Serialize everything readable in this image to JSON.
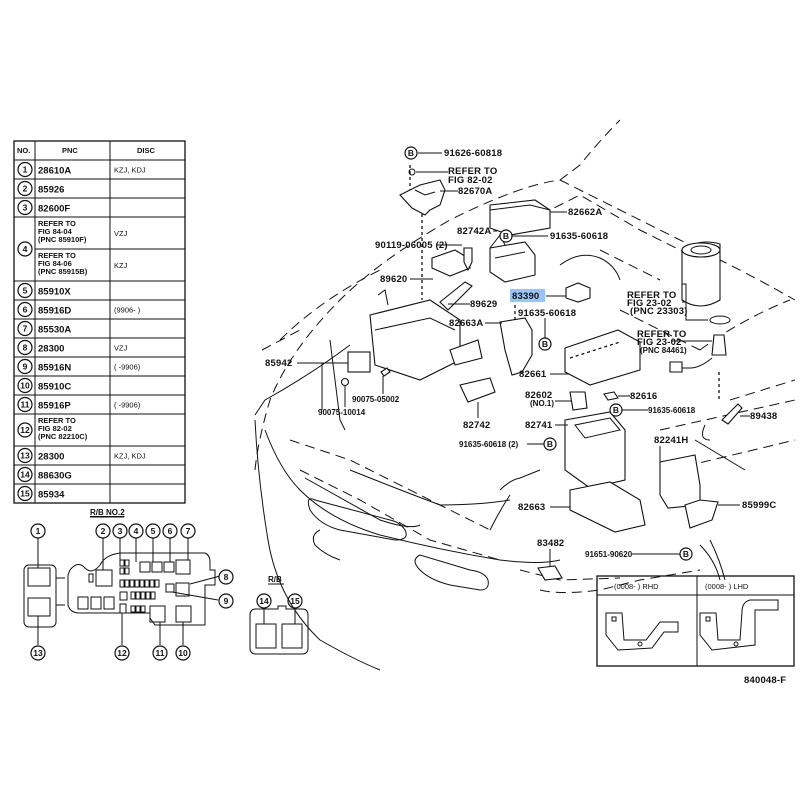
{
  "highlight_color": "#9cc3f5",
  "table": {
    "headers": {
      "no": "NO.",
      "pnc": "PNC",
      "disc": "DISC"
    },
    "rows": [
      {
        "no": "1",
        "pnc": "28610A",
        "disc": "KZJ, KDJ"
      },
      {
        "no": "2",
        "pnc": "85926",
        "disc": ""
      },
      {
        "no": "3",
        "pnc": "82600F",
        "disc": ""
      },
      {
        "no": "4",
        "pnc_lines": [
          "REFER TO",
          "FIG 84-04",
          "(PNC 85910F)"
        ],
        "disc": "VZJ"
      },
      {
        "no": "4",
        "pnc_lines": [
          "REFER TO",
          "FIG 84-06",
          "(PNC 85915B)"
        ],
        "disc": "KZJ"
      },
      {
        "no": "5",
        "pnc": "85910X",
        "disc": ""
      },
      {
        "no": "6",
        "pnc": "85916D",
        "disc": "(9906-      )"
      },
      {
        "no": "7",
        "pnc": "85530A",
        "disc": ""
      },
      {
        "no": "8",
        "pnc": "28300",
        "disc": "VZJ"
      },
      {
        "no": "9",
        "pnc": "85916N",
        "disc": "(      -9906)"
      },
      {
        "no": "10",
        "pnc": "85910C",
        "disc": ""
      },
      {
        "no": "11",
        "pnc": "85916P",
        "disc": "(      -9906)"
      },
      {
        "no": "12",
        "pnc_lines": [
          "REFER TO",
          "FIG 82-02",
          "(PNC 82210C)"
        ],
        "disc": ""
      },
      {
        "no": "13",
        "pnc": "28300",
        "disc": "KZJ, KDJ"
      },
      {
        "no": "14",
        "pnc": "88630G",
        "disc": ""
      },
      {
        "no": "15",
        "pnc": "85934",
        "disc": ""
      }
    ]
  },
  "rb_no2": {
    "title": "R/B NO.2",
    "callouts": [
      "1",
      "2",
      "3",
      "4",
      "5",
      "6",
      "7",
      "8",
      "9",
      "10",
      "11",
      "12",
      "13"
    ]
  },
  "rb": {
    "title": "R/B",
    "callouts": [
      "14",
      "15"
    ]
  },
  "bolt_symbol": "B",
  "labels": {
    "p91626": "91626-60818",
    "refer_fig_82_02": [
      "REFER TO",
      "FIG 82-02"
    ],
    "p82670A": "82670A",
    "p82662A": "82662A",
    "p82742A": "82742A",
    "p91635_a": "91635-60618",
    "p90119": "90119-06005 (2)",
    "p89620": "89620",
    "p89629": "89629",
    "p83390": "83390",
    "p82663A": "82663A",
    "p91635_b": "91635-60618",
    "refer_23303": [
      "REFER TO",
      "FIG 23-02",
      "(PNC 23303)"
    ],
    "refer_84461": [
      "REFER TO",
      "FIG 23-02",
      "(PNC 84461)"
    ],
    "p85942": "85942",
    "p90075_05002": "90075-05002",
    "p90075_10014": "90075-10014",
    "p82742": "82742",
    "p82661": "82661",
    "p82602": "82602",
    "p82602_note": "(NO.1)",
    "p82616": "82616",
    "p91635_c": "91635-60618",
    "p89438": "89438",
    "p82741": "82741",
    "p91635_d": "91635-60618 (2)",
    "p82241H": "82241H",
    "p85999C": "85999C",
    "p82663": "82663",
    "p83482": "83482",
    "p91651": "91651-90620"
  },
  "variant_table": {
    "rhd": "(0008-        ) RHD",
    "lhd": "(0008-        ) LHD"
  },
  "figure_id": "840048-F"
}
